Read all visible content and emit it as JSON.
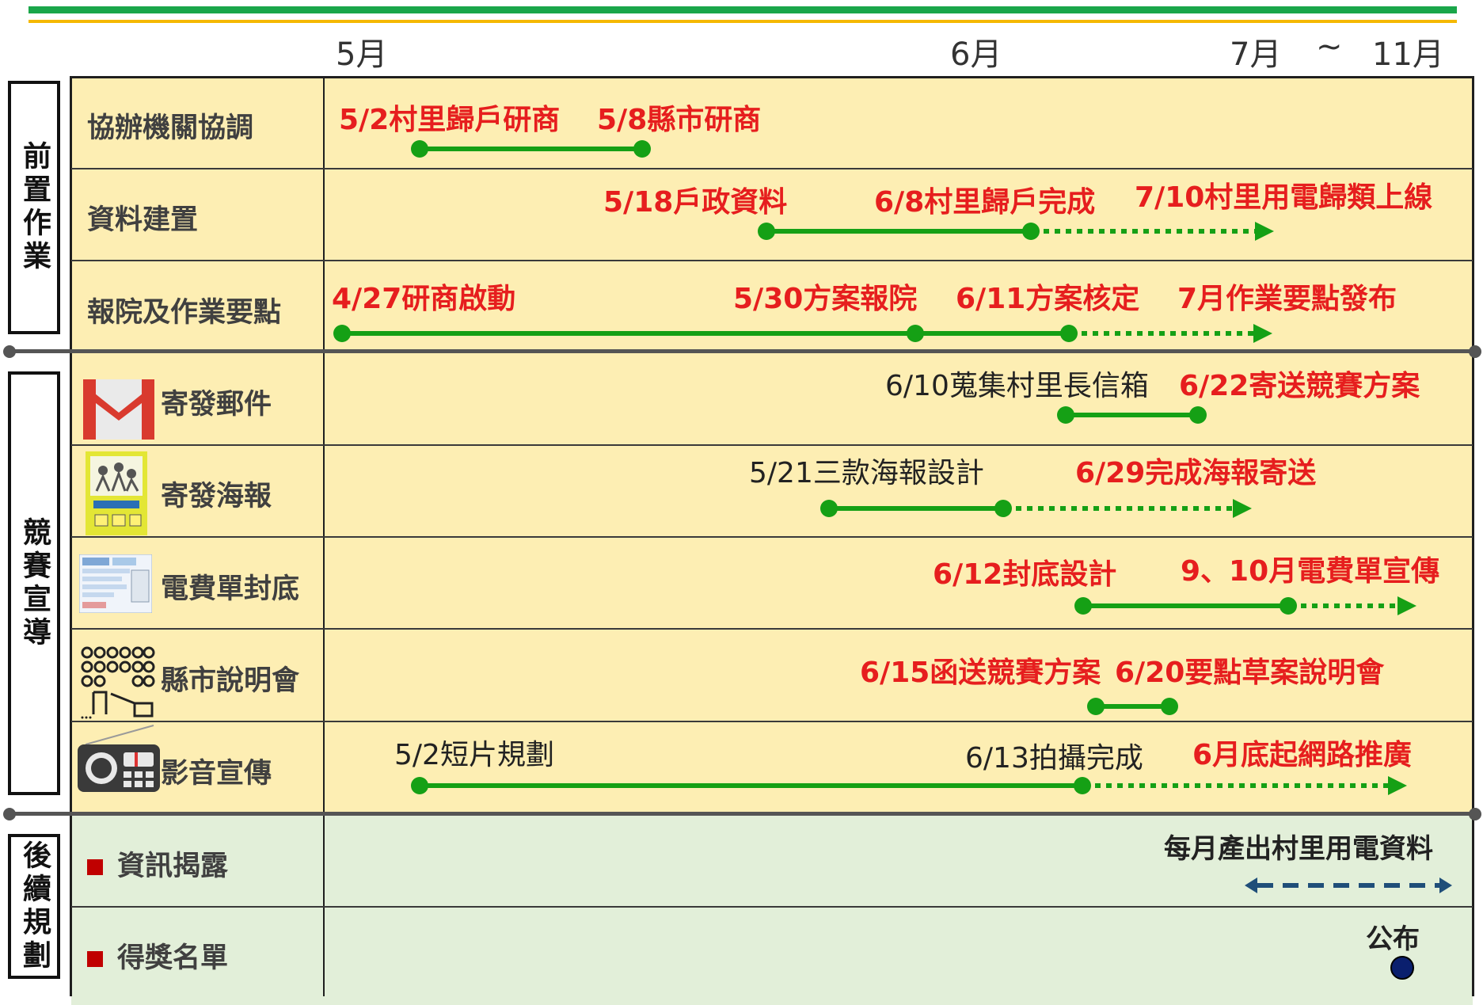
{
  "months": {
    "may": "5月",
    "june": "6月",
    "july": "7月",
    "tilde": "~",
    "nov": "11月"
  },
  "phases": {
    "prep": "前置作業",
    "promo": "競賽宣導",
    "follow": "後續規劃"
  },
  "rows": {
    "r1": {
      "label": "協辦機關協調",
      "t1": "5/2村里歸戶研商",
      "t2": "5/8縣市研商"
    },
    "r2": {
      "label": "資料建置",
      "t1": "5/18戶政資料",
      "t2": "6/8村里歸戶完成",
      "t3": "7/10村里用電歸類上線"
    },
    "r3": {
      "label": "報院及作業要點",
      "t1": "4/27研商啟動",
      "t2": "5/30方案報院",
      "t3": "6/11方案核定",
      "t4": "7月作業要點發布"
    },
    "r4": {
      "label": "寄發郵件",
      "t1": "6/10蒐集村里長信箱",
      "t2": "6/22寄送競賽方案"
    },
    "r5": {
      "label": "寄發海報",
      "t1": "5/21三款海報設計",
      "t2": "6/29完成海報寄送"
    },
    "r6": {
      "label": "電費單封底",
      "t1": "6/12封底設計",
      "t2": "9、10月電費單宣傳"
    },
    "r7": {
      "label": "縣市說明會",
      "t1": "6/15函送競賽方案",
      "t2": "6/20要點草案說明會"
    },
    "r8": {
      "label": "影音宣傳",
      "t1": "5/2短片規劃",
      "t2": "6/13拍攝完成",
      "t3": "6月底起網路推廣"
    },
    "r9": {
      "label": "資訊揭露",
      "t1": "每月產出村里用電資料"
    },
    "r10": {
      "label": "得獎名單",
      "t1": "公布"
    }
  },
  "colors": {
    "milestone_red": "#e61e1e",
    "bar_green": "#15a015",
    "top_section": "#fdeeb3",
    "bottom_section": "#e2efd9",
    "dash_blue": "#1f4e79",
    "dot_navy": "#0a1f6e"
  },
  "icons": [
    "gmail-icon",
    "poster-icon",
    "bill-icon",
    "audience-icon",
    "radio-icon"
  ]
}
